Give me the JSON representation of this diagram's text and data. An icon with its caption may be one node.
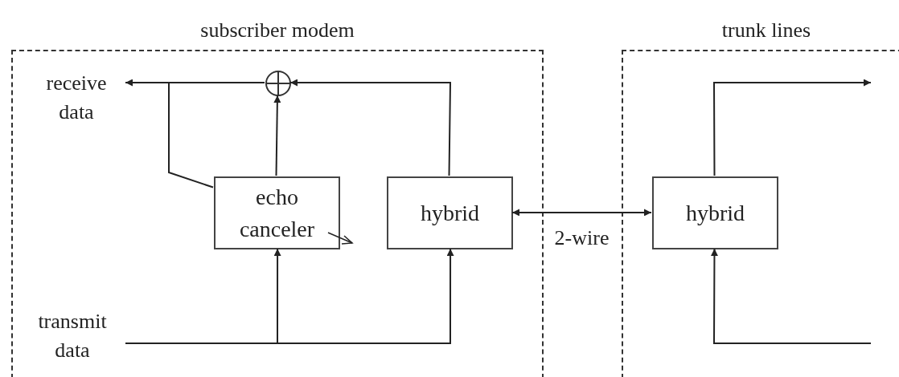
{
  "diagram": {
    "nodes": [
      {
        "text": [
          "subscriber modem"
        ]
      },
      {
        "text": [
          "trunk lines"
        ]
      },
      {
        "text": [
          "receive data"
        ],
        "in": 0
      },
      {
        "text": [],
        "shape": "circle",
        "in": 0
      },
      {
        "text": [
          "echo canceler"
        ],
        "in": 0
      },
      {
        "text": [
          "hybrid"
        ],
        "in": 0
      },
      {
        "text": [
          "transmit data"
        ],
        "in": 0
      },
      {
        "text": [
          "hybrid"
        ],
        "in": 1
      }
    ],
    "edges": [
      {
        "from": 3,
        "to": 2,
        "arrow": "to"
      },
      {
        "from": 5,
        "to": 3,
        "arrow": "to"
      },
      {
        "from": 4,
        "to": 3,
        "arrow": "to"
      },
      {
        "from": 3,
        "to": 4,
        "arrow": "none"
      },
      {
        "from": 6,
        "to": 4,
        "arrow": "to"
      },
      {
        "from": 6,
        "to": 5,
        "arrow": "to"
      },
      {
        "from": 5,
        "to": 7,
        "arrow": "both",
        "label": "2-wire"
      },
      {
        "from": 7,
        "to": null,
        "arrow": "to"
      },
      {
        "from": null,
        "to": 7,
        "arrow": "to"
      }
    ]
  }
}
